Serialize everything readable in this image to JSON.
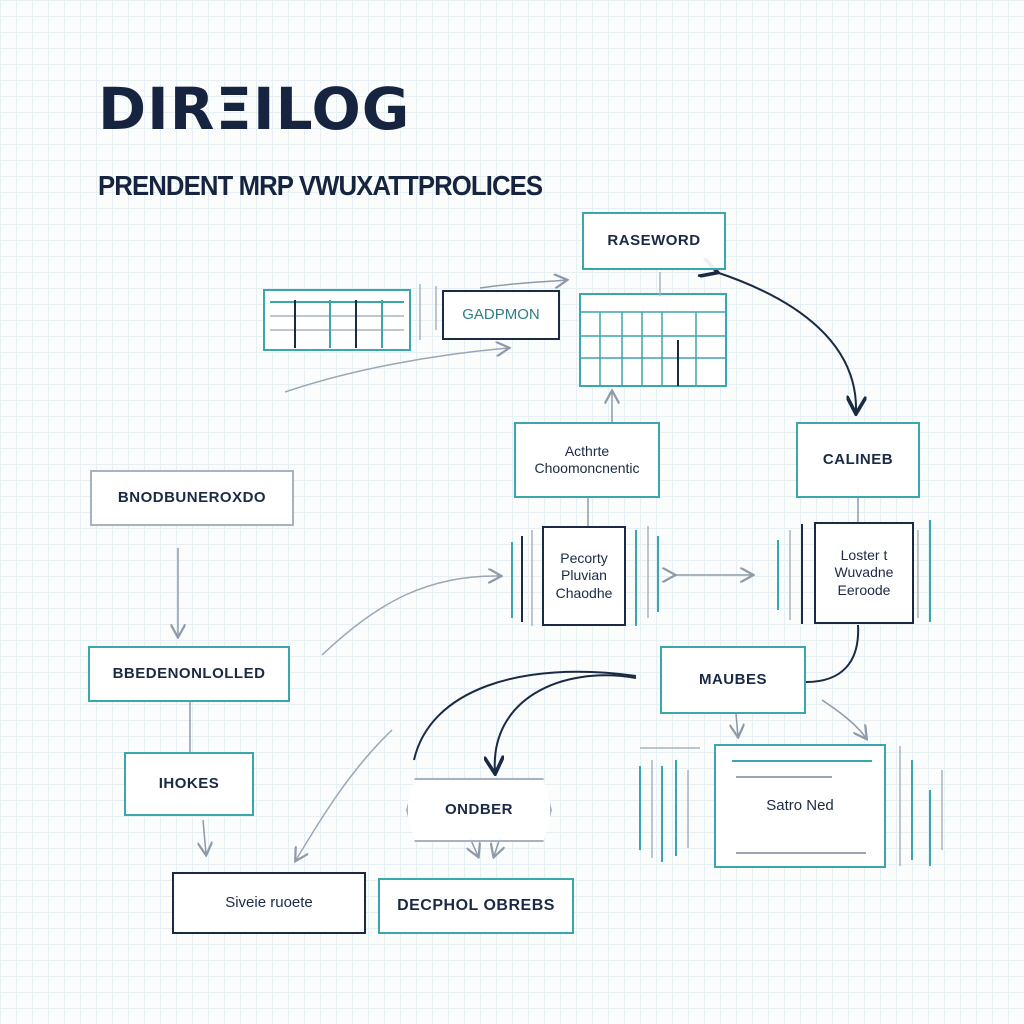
{
  "diagram": {
    "title": "DIRΞILOG",
    "subtitle": "PRENDENT MRP VWUXATTPROLICES"
  },
  "nodes": {
    "raseword": "RASEWORD",
    "gadpmon": "GADPMON",
    "activite": "Acthrte\nChoomoncnentic",
    "calineb": "CALINEB",
    "bnodbu": "BNODBUNEROXDO",
    "pecorty": "Pecorty\nPluvian\nChaodhe",
    "lostar": "Loster t\nWuvadne\nEeroode",
    "bbeden": "BBEDENONLOLLED",
    "maubes": "MAUBES",
    "ihokes": "IHOKES",
    "ondber": "ONDBER",
    "satro": "Satro Ned",
    "siveie": "Siveie ruoete",
    "decphol": "DECPHOL OBREBS"
  },
  "colors": {
    "teal": "#3aa6ad",
    "navy": "#1b2a44",
    "gray": "#a8b3bf"
  }
}
